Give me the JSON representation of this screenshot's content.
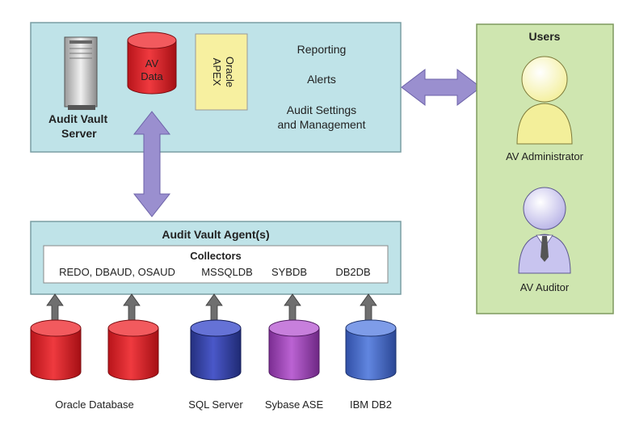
{
  "server_panel": {
    "server_label_line1": "Audit Vault",
    "server_label_line2": "Server",
    "av_data_line1": "AV",
    "av_data_line2": "Data",
    "apex_line1": "Oracle",
    "apex_line2": "APEX",
    "features": [
      "Reporting",
      "Alerts",
      "Audit Settings",
      "and Management"
    ]
  },
  "users_panel": {
    "title": "Users",
    "admin_label": "AV Administrator",
    "auditor_label": "AV Auditor"
  },
  "agent_panel": {
    "title": "Audit Vault Agent(s)",
    "collectors_title": "Collectors",
    "collectors": [
      "REDO, DBAUD, OSAUD",
      "MSSQLDB",
      "SYBDB",
      "DB2DB"
    ]
  },
  "databases": [
    {
      "label": "Oracle Database"
    },
    {
      "label": "SQL Server"
    },
    {
      "label": "Sybase ASE"
    },
    {
      "label": "IBM DB2"
    }
  ],
  "colors": {
    "panel_blue": "#bfe3e8",
    "panel_green": "#cfe6b0",
    "arrow": "#9a8fcf",
    "oracle_red": "#e3242b",
    "sql_blue": "#3c48b5",
    "sybase_purple": "#a64cc0",
    "db2_blue": "#4b6fcf",
    "apex_yellow": "#f7f0a0"
  }
}
